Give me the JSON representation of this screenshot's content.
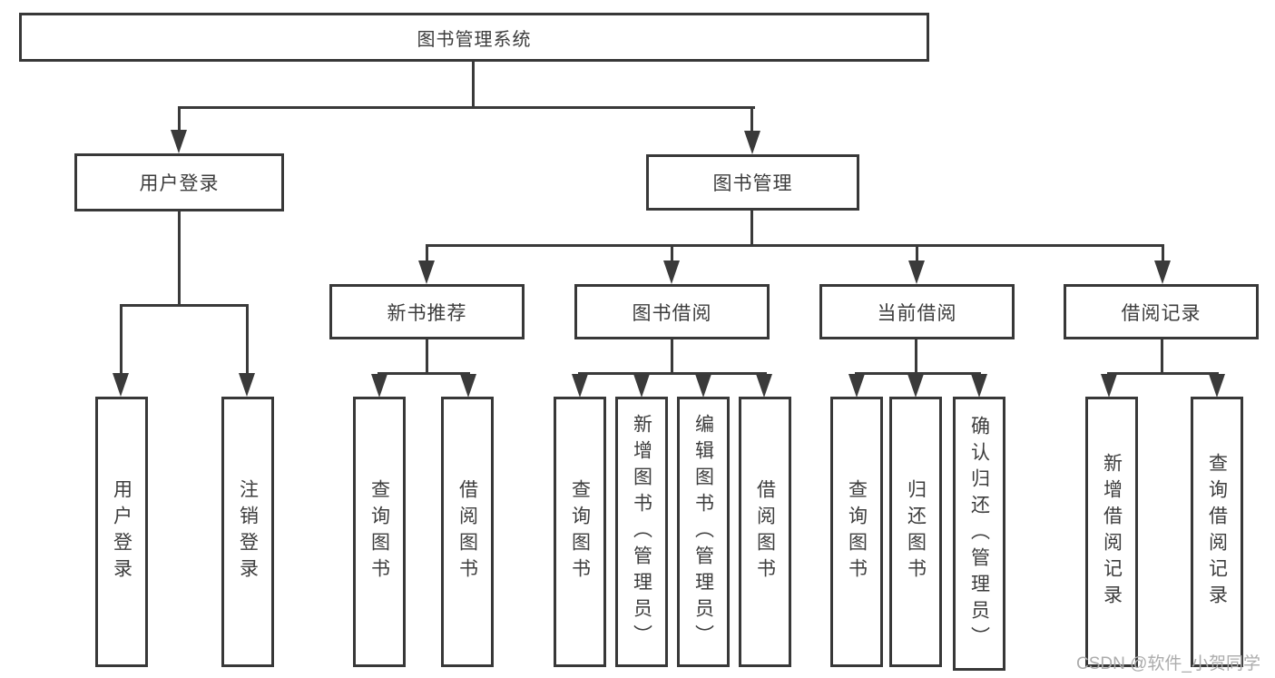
{
  "diagram": {
    "type": "hierarchy-tree",
    "root": {
      "label": "图书管理系统",
      "children": [
        {
          "label": "用户登录",
          "children": [
            {
              "label": "用户登录"
            },
            {
              "label": "注销登录"
            }
          ]
        },
        {
          "label": "图书管理",
          "children": [
            {
              "label": "新书推荐",
              "children": [
                {
                  "label": "查询图书"
                },
                {
                  "label": "借阅图书"
                }
              ]
            },
            {
              "label": "图书借阅",
              "children": [
                {
                  "label": "查询图书"
                },
                {
                  "label": "新增图书（管理员）"
                },
                {
                  "label": "编辑图书（管理员）"
                },
                {
                  "label": "借阅图书"
                }
              ]
            },
            {
              "label": "当前借阅",
              "children": [
                {
                  "label": "查询图书"
                },
                {
                  "label": "归还图书"
                },
                {
                  "label": "确认归还（管理员）"
                }
              ]
            },
            {
              "label": "借阅记录",
              "children": [
                {
                  "label": "新增借阅记录"
                },
                {
                  "label": "查询借阅记录"
                }
              ]
            }
          ]
        }
      ]
    }
  },
  "watermark": {
    "text": "CSDN @软件_小贺同学"
  },
  "colors": {
    "line": "#3a3a3a",
    "box_border": "#383838",
    "text": "#3d3d3d",
    "watermark": "#acacac",
    "background": "#ffffff"
  }
}
